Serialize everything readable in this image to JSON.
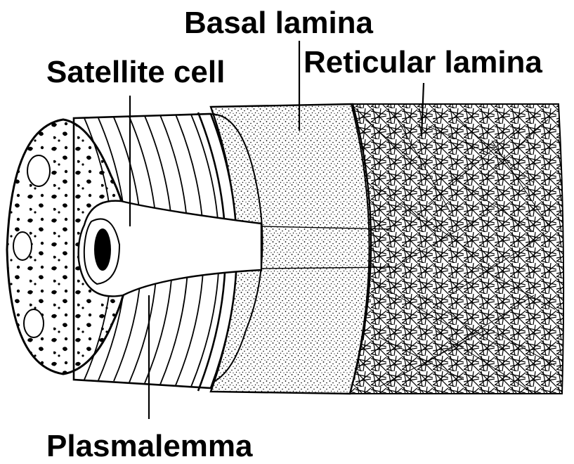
{
  "labels": {
    "basal_lamina": "Basal lamina",
    "satellite_cell": "Satellite cell",
    "reticular_lamina": "Reticular lamina",
    "plasmalemma": "Plasmalemma"
  },
  "colors": {
    "ink": "#000000",
    "paper": "#ffffff"
  }
}
